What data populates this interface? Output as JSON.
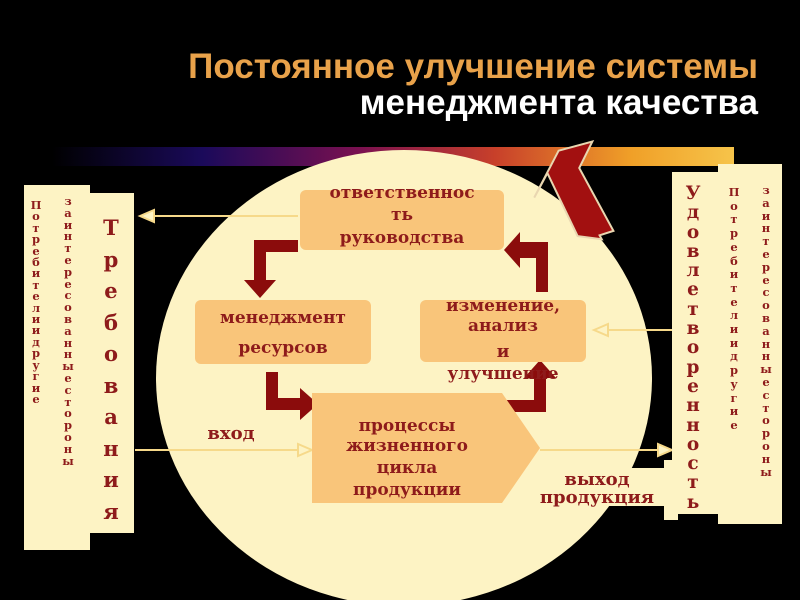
{
  "title": {
    "line1": "Постоянное улучшение системы",
    "line2": "менеджмента качества"
  },
  "left": {
    "col1": "Потребители и другие",
    "col2": "заинтересованные  стороны",
    "col3": "Требования"
  },
  "right": {
    "col1": "Удовлетворенность",
    "col2": "Потребители и другие",
    "col3": "заинтересованные  стороны"
  },
  "boxes": {
    "top_line1": "ответственность",
    "top_line2": "руководства",
    "left_line1": "менеджмент",
    "left_line2": "ресурсов",
    "right_line1": "изменение,",
    "right_line2": "анализ",
    "right_line3": "и",
    "right_line4": "улучшение",
    "center_line1": "процессы",
    "center_line2": "жизненного",
    "center_line3": "цикла",
    "center_line4": "продукции"
  },
  "labels": {
    "input": "вход",
    "output_line1": "выход",
    "output_line2": "продукция"
  },
  "colors": {
    "background": "#000000",
    "panel": "#fdf3c4",
    "ellipse": "#fdf3c4",
    "box": "#f9c57a",
    "text_dark_red": "#8e1b1b",
    "arrow_red": "#8b0c0c",
    "title_orange": "#e9a24a",
    "title_white": "#ffffff"
  }
}
